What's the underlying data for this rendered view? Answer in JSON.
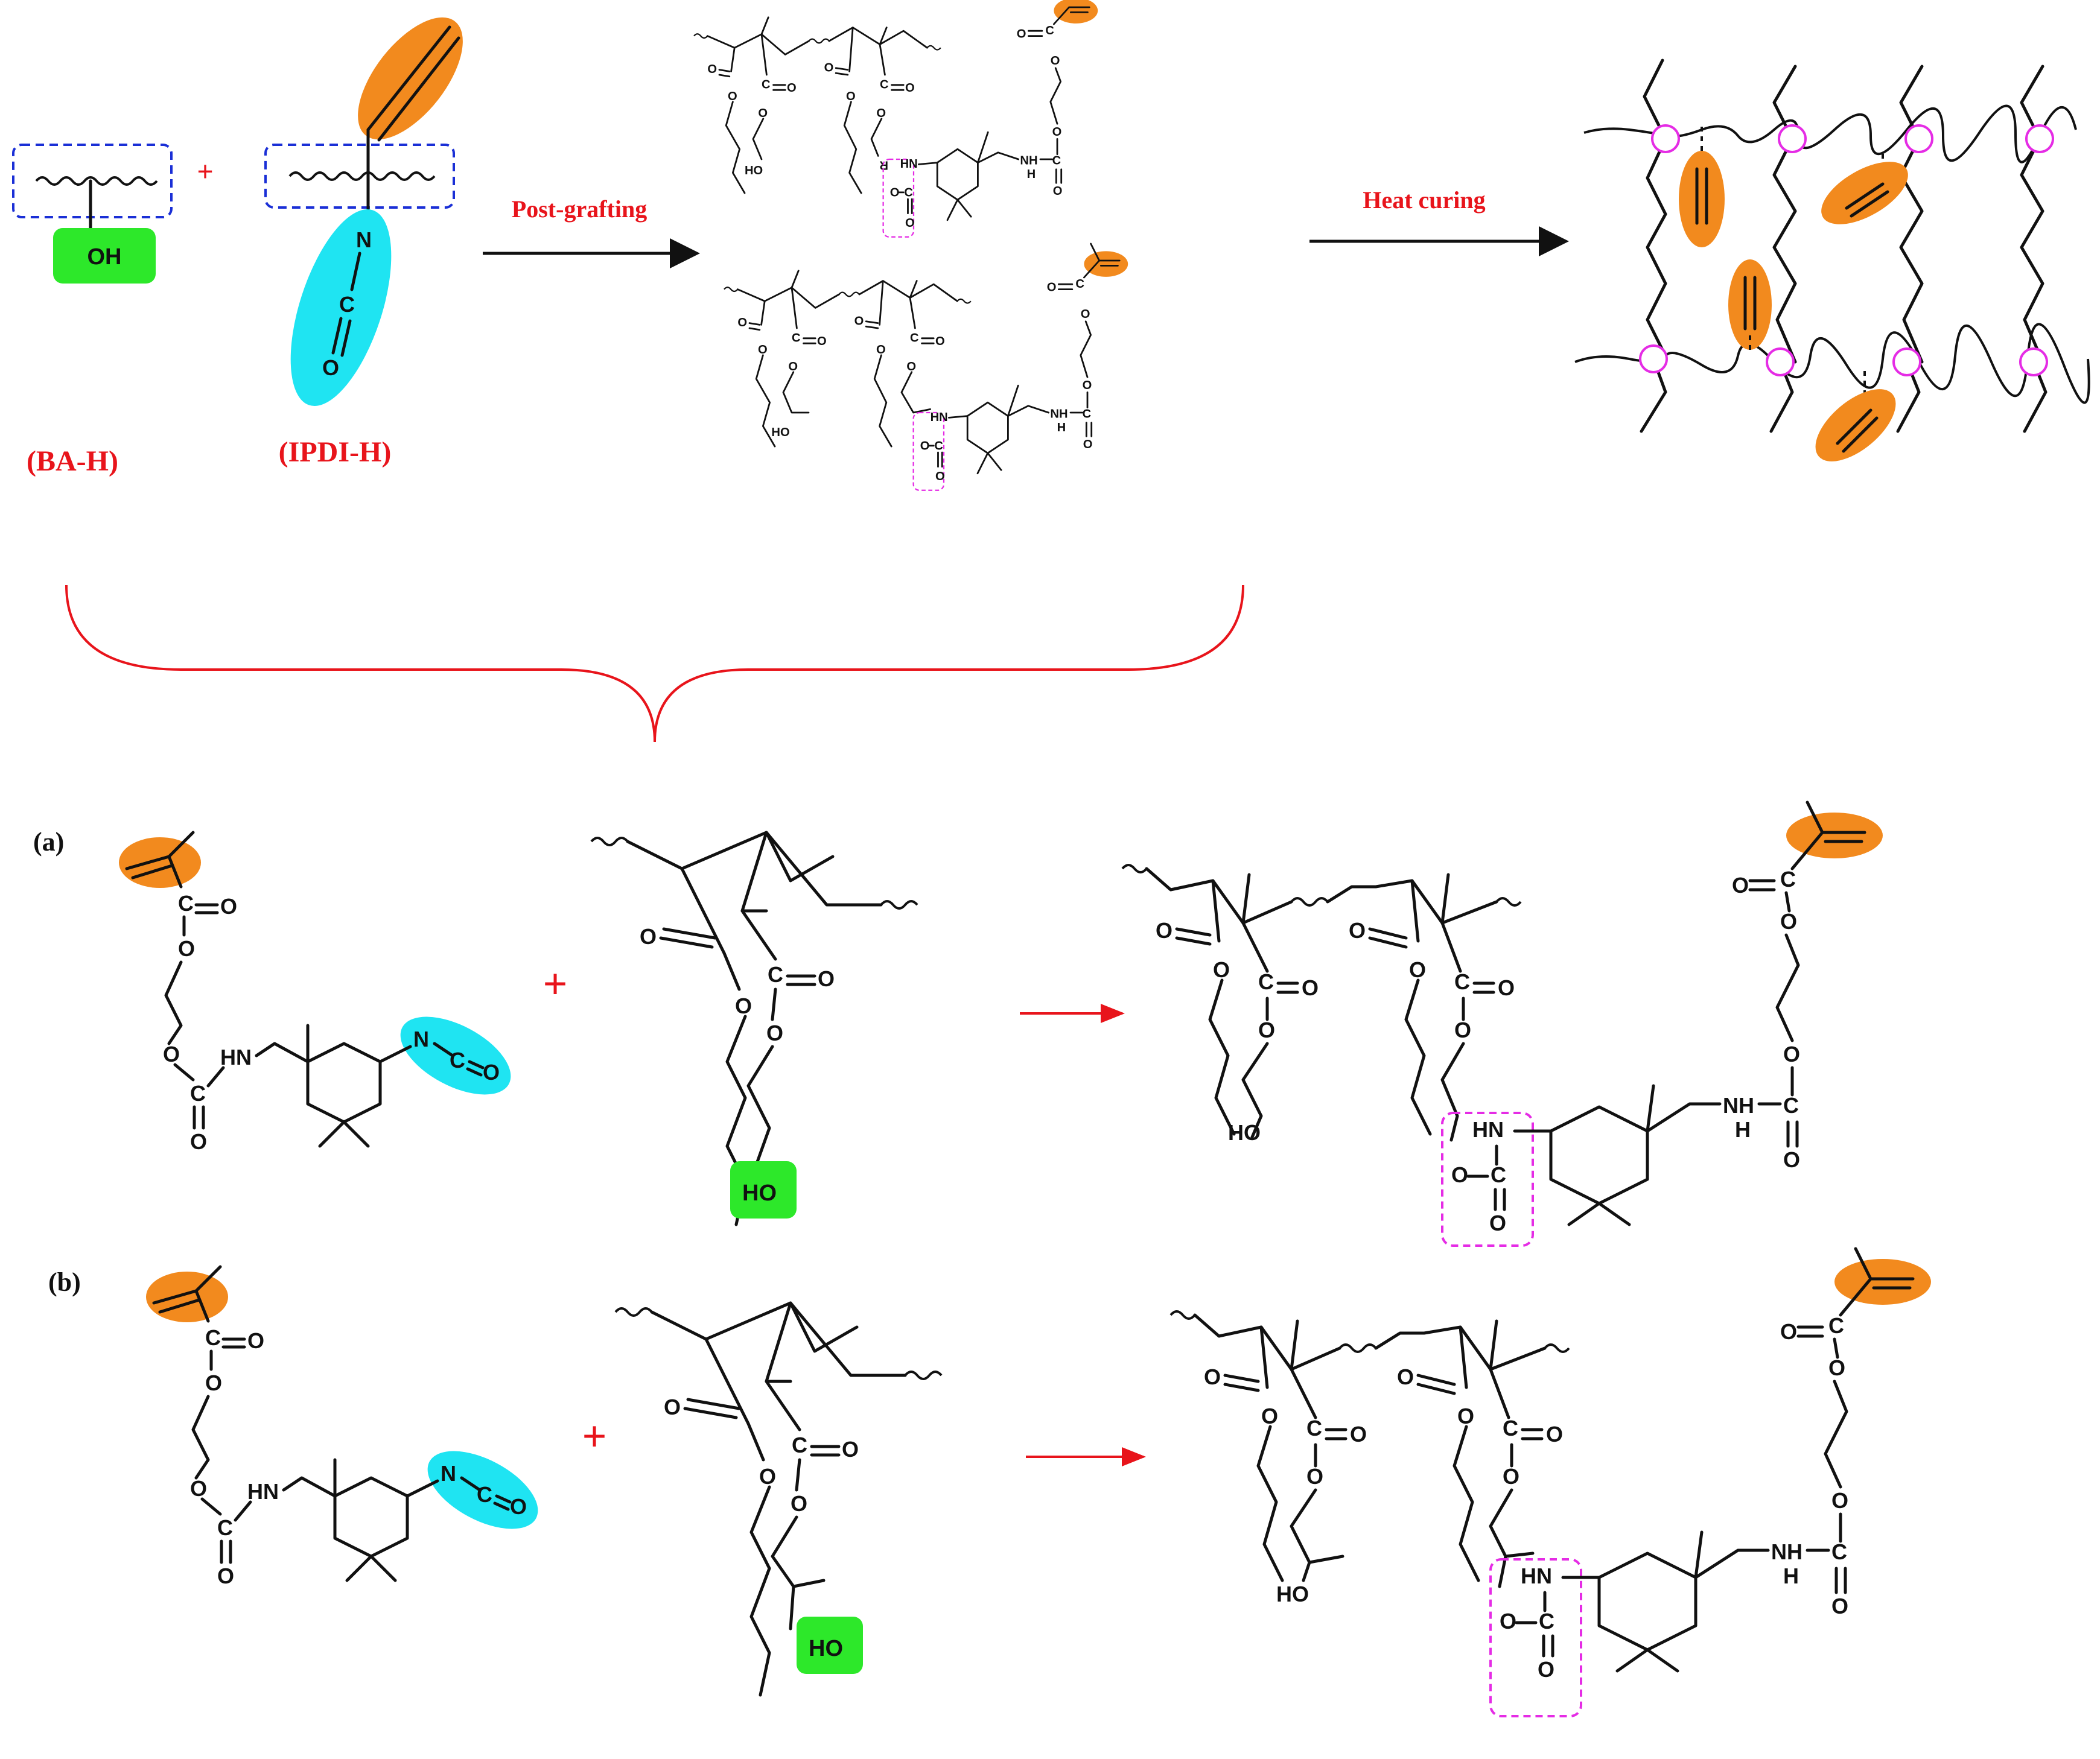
{
  "colors": {
    "vinyl_highlight": "#f28a1e",
    "isocyanate_highlight": "#1fe4f2",
    "hydroxyl_highlight": "#2de82a",
    "chain_box": "#1a2fd6",
    "urethane_box": "#e52ce5",
    "crosslink_node": "#e52ce5",
    "label_red": "#e8141b"
  },
  "top": {
    "monomer_ba": "(BA-H)",
    "monomer_ipdi": "(IPDI-H)",
    "plus": "+",
    "oh_tag": "OH",
    "step1_label": "Post-grafting",
    "step2_label": "Heat curing"
  },
  "panels": {
    "a_label": "(a)",
    "b_label": "(b)",
    "plus": "+",
    "ho_tag": "HO"
  },
  "atoms": {
    "O": "O",
    "C": "C",
    "N": "N",
    "HN": "HN",
    "NH": "NH",
    "N_H": "N",
    "H": "H",
    "HO": "HO",
    "OH": "OH",
    "R": "R"
  }
}
